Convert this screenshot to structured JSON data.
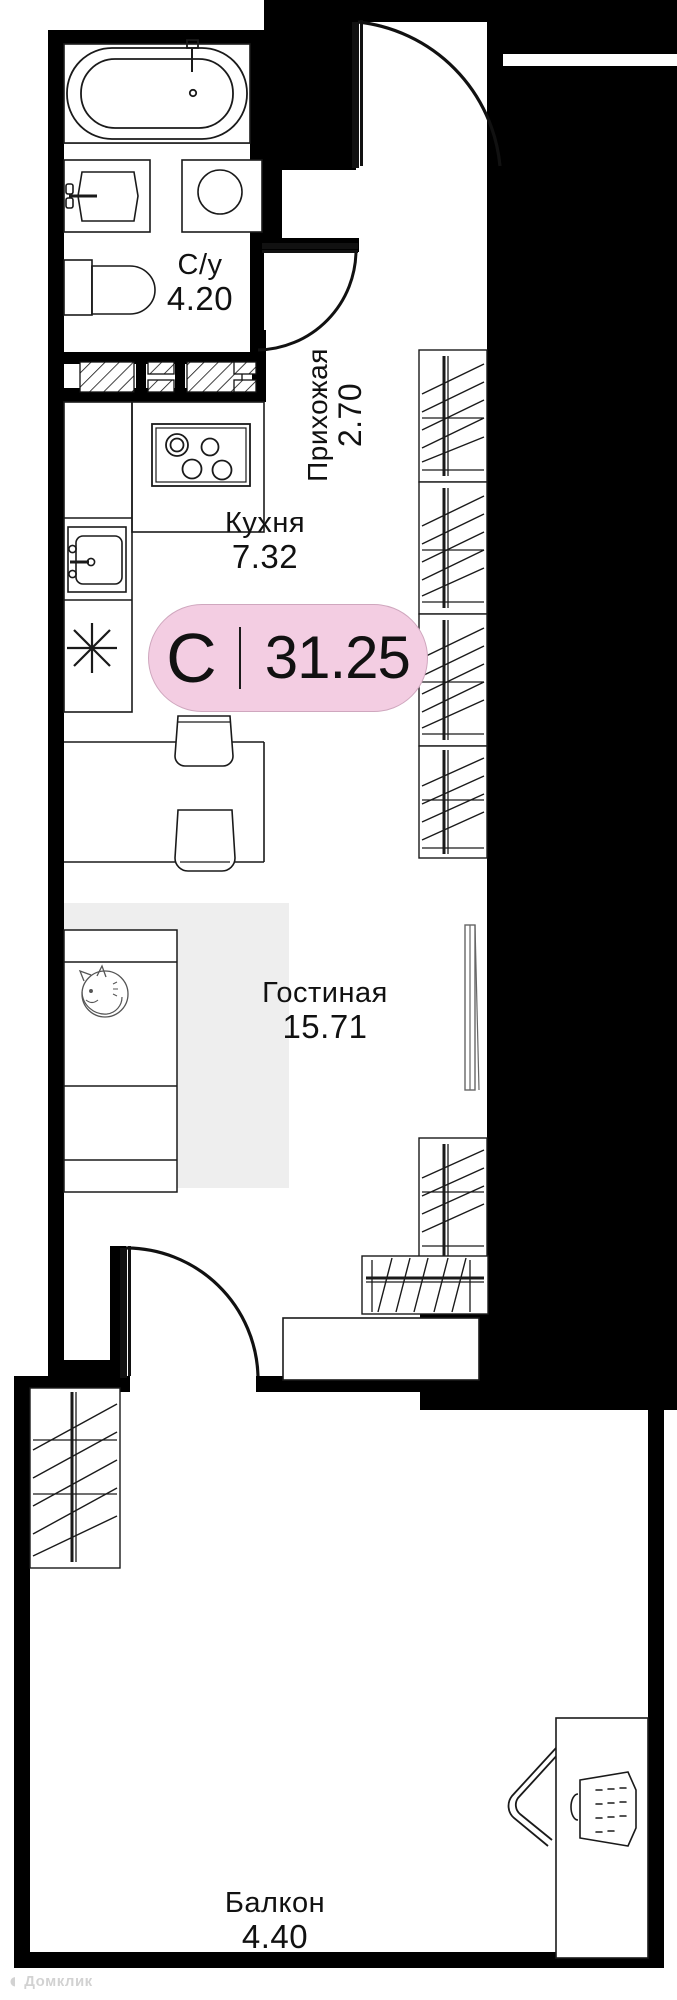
{
  "plan": {
    "type": "apartment-floor-plan",
    "unit_badge": {
      "letter": "C",
      "area": "31.25"
    },
    "rooms": [
      {
        "id": "bathroom",
        "name": "С/у",
        "area": "4.20"
      },
      {
        "id": "hallway",
        "name": "Прихожая",
        "area": "2.70"
      },
      {
        "id": "kitchen",
        "name": "Кухня",
        "area": "7.32"
      },
      {
        "id": "living",
        "name": "Гостиная",
        "area": "15.71"
      },
      {
        "id": "balcony",
        "name": "Балкон",
        "area": "4.40"
      }
    ],
    "fixtures": [
      {
        "name": "bathtub-icon",
        "room": "bathroom"
      },
      {
        "name": "washbasin-icon",
        "room": "bathroom"
      },
      {
        "name": "washing-machine-icon",
        "room": "bathroom"
      },
      {
        "name": "toilet-icon",
        "room": "bathroom"
      },
      {
        "name": "cooktop-icon",
        "room": "kitchen"
      },
      {
        "name": "kitchen-sink-icon",
        "room": "kitchen"
      },
      {
        "name": "refrigerator-icon",
        "room": "kitchen"
      },
      {
        "name": "dining-chair-icon",
        "room": "kitchen"
      },
      {
        "name": "sofa-icon",
        "room": "living"
      },
      {
        "name": "cat-icon",
        "room": "living"
      },
      {
        "name": "armchair-icon",
        "room": "balcony"
      },
      {
        "name": "side-table-icon",
        "room": "balcony"
      }
    ],
    "colors": {
      "badge_fill": "#f3cde2",
      "badge_border": "#cfa7be",
      "wall": "#000000",
      "line": "#1a1a1a",
      "rug": "#eeeeee",
      "background": "#ffffff"
    },
    "watermark": {
      "mark": "◖",
      "text": "Домклик"
    }
  }
}
